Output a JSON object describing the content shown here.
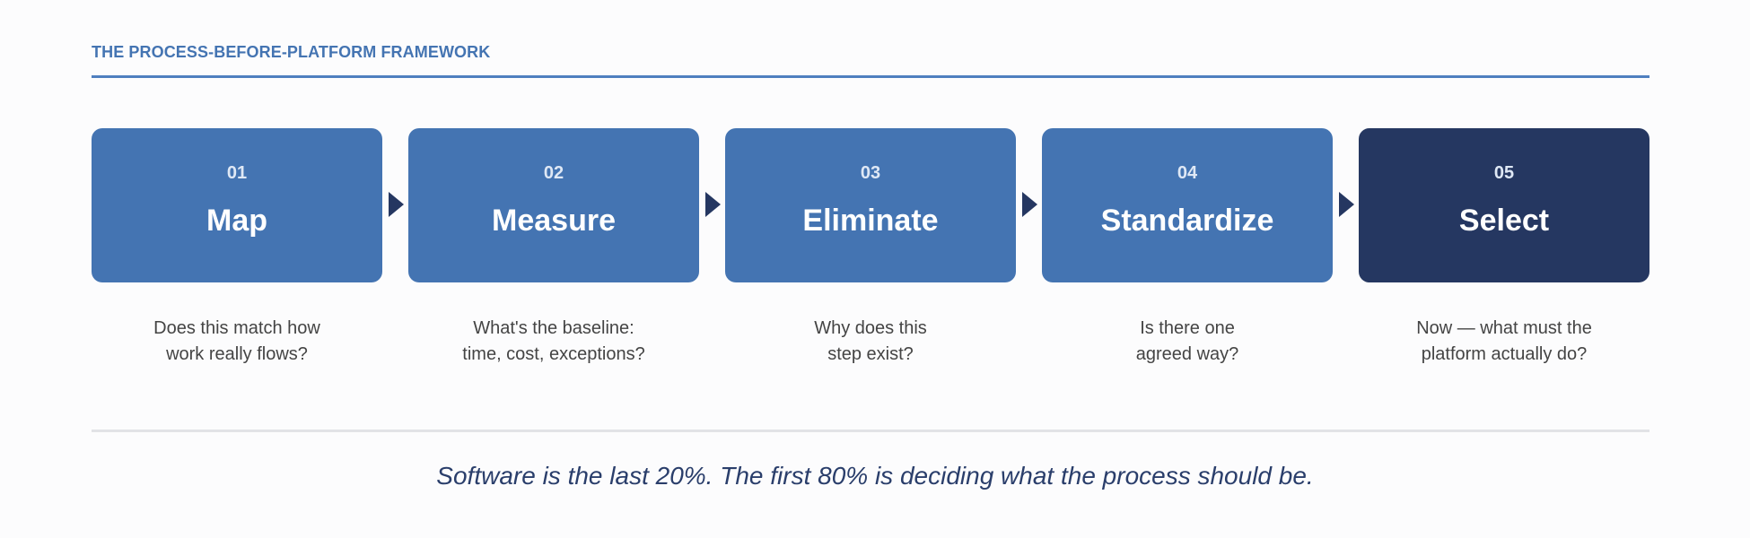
{
  "header": {
    "title": "THE PROCESS-BEFORE-PLATFORM FRAMEWORK"
  },
  "steps": [
    {
      "number": "01",
      "title": "Map",
      "question_lines": [
        "Does this match how",
        "work really flows?"
      ]
    },
    {
      "number": "02",
      "title": "Measure",
      "question_lines": [
        "What's the baseline:",
        "time, cost, exceptions?"
      ]
    },
    {
      "number": "03",
      "title": "Eliminate",
      "question_lines": [
        "Why does this",
        "step exist?"
      ]
    },
    {
      "number": "04",
      "title": "Standardize",
      "question_lines": [
        "Is there one",
        "agreed way?"
      ]
    },
    {
      "number": "05",
      "title": "Select",
      "question_lines": [
        "Now — what must the",
        "platform actually do?"
      ]
    }
  ],
  "footer": {
    "tagline": "Software is the last 20%. The first 80% is deciding what the process should be."
  },
  "colors": {
    "accent": "#4474b2",
    "final_step": "#253761",
    "arrow": "#253761",
    "tagline": "#2a3e6b"
  }
}
